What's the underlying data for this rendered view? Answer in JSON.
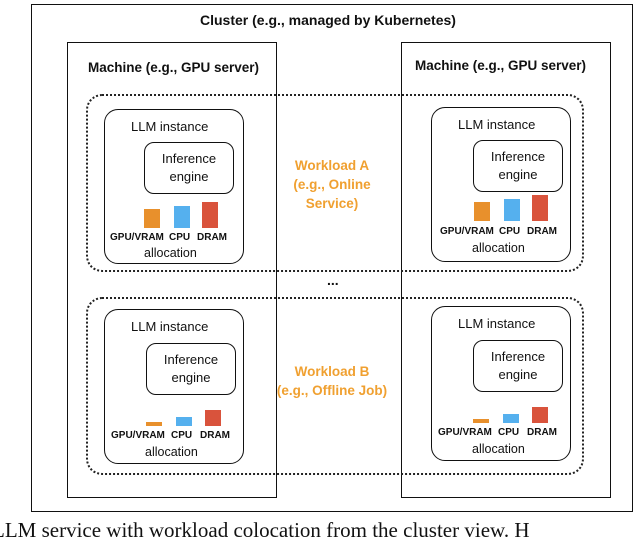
{
  "diagram": {
    "cluster_label": "Cluster (e.g., managed by Kubernetes)",
    "machine_label": "Machine (e.g., GPU server)",
    "instance_label": "LLM instance",
    "engine_line1": "Inference",
    "engine_line2": "engine",
    "resources": [
      "GPU/VRAM",
      "CPU",
      "DRAM"
    ],
    "allocation_label": "allocation",
    "ellipsis": "...",
    "workload_a": {
      "line1": "Workload A",
      "line2": "(e.g., Online",
      "line3": "Service)"
    },
    "workload_b": {
      "line1": "Workload B",
      "line2": "(e.g., Offline Job)"
    },
    "colors": {
      "gpu": "#e8902c",
      "cpu": "#55b0ee",
      "dram": "#d9533c",
      "workload_text": "#f0a030",
      "border": "#111111"
    },
    "allocation_levels": {
      "workload_a": {
        "gpu": 0.72,
        "cpu": 0.85,
        "dram": 1.0
      },
      "workload_b": {
        "gpu": 0.14,
        "cpu": 0.36,
        "dram": 0.6
      }
    }
  },
  "caption": "LLM service with workload colocation from the cluster view. H"
}
